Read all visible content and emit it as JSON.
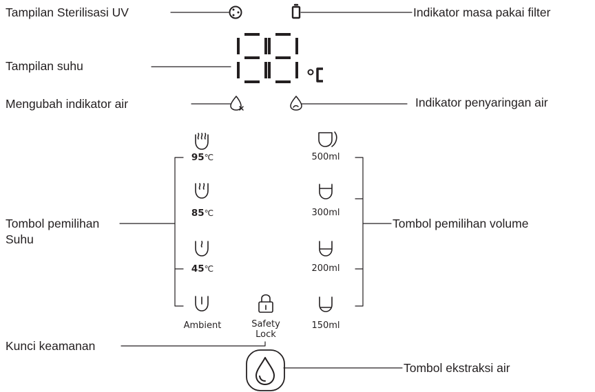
{
  "callouts": {
    "uv_display": "Tampilan Sterilisasi UV",
    "filter_life_indicator": "Indikator masa pakai filter",
    "temperature_display": "Tampilan suhu",
    "water_change_indicator": "Mengubah indikator air",
    "water_filtering_indicator": "Indikator penyaringan air",
    "temperature_selection_button_line1": "Tombol pemilihan",
    "temperature_selection_button_line2": "Suhu",
    "volume_selection_button": "Tombol pemilihan volume",
    "safety_lock": "Kunci keamanan",
    "water_extraction_button": "Tombol ekstraksi air"
  },
  "display": {
    "digits": "88",
    "unit": "°C"
  },
  "temperature_buttons": [
    {
      "value": "95",
      "unit": "℃",
      "icon": "three-steam-cup-icon"
    },
    {
      "value": "85",
      "unit": "℃",
      "icon": "two-steam-cup-icon"
    },
    {
      "value": "45",
      "unit": "℃",
      "icon": "one-steam-cup-icon"
    },
    {
      "label": "Ambient",
      "icon": "plain-cup-icon"
    }
  ],
  "volume_buttons": [
    {
      "label": "500ml",
      "icon": "full-cup-icon"
    },
    {
      "label": "300ml",
      "icon": "cup-two-thirds-icon"
    },
    {
      "label": "200ml",
      "icon": "cup-half-icon"
    },
    {
      "label": "150ml",
      "icon": "cup-low-icon"
    }
  ],
  "safety_lock": {
    "line1": "Safety",
    "line2": "Lock",
    "icon": "padlock-icon"
  },
  "dispense_button": {
    "icon": "water-drop-icon"
  },
  "colors": {
    "ink": "#231f20",
    "background": "#ffffff"
  }
}
